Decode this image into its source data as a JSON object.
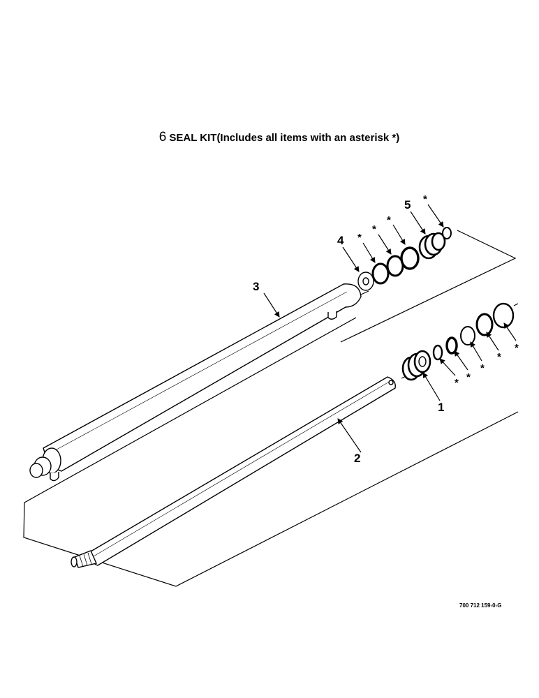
{
  "title": {
    "number": "6",
    "text": "SEAL KIT(Includes all items with an asterisk *)"
  },
  "drawing_number": "700 712 159-0-G",
  "callouts": [
    "1",
    "2",
    "3",
    "4",
    "5"
  ],
  "asterisk": "*"
}
